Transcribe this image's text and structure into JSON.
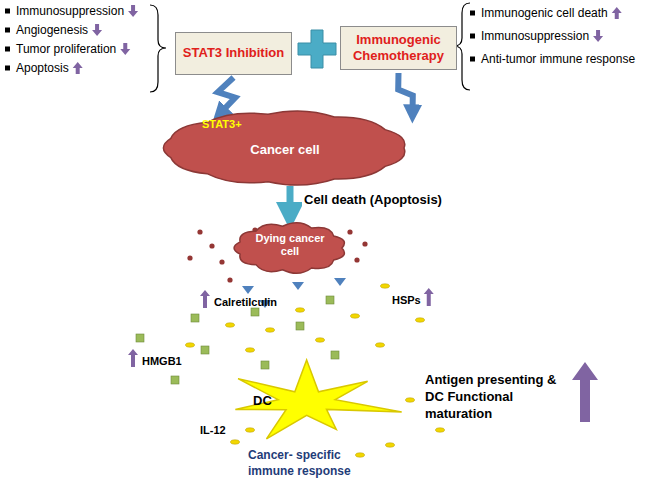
{
  "diagram": {
    "nodes": [
      {
        "text": [
          "STAT3 Inhibition"
        ]
      },
      {
        "text": [
          "Immunogenic Chemotherapy"
        ]
      },
      {
        "text": [
          "STAT3+",
          "Cancer cell"
        ]
      },
      {
        "text": [
          "Dying cancer cell"
        ]
      },
      {
        "text": [
          "DC"
        ]
      }
    ],
    "edges": [
      {
        "from": 0,
        "to": 2,
        "arrow": "to"
      },
      {
        "from": 1,
        "to": 2,
        "arrow": "to"
      },
      {
        "from": 2,
        "to": 3,
        "label": "Cell death (Apoptosis)",
        "arrow": "to"
      }
    ],
    "labels": [
      "Immunosuppression",
      "Angiogenesis",
      "Tumor proliferation",
      "Apoptosis",
      "Immunogenic cell death",
      "Immunosuppression",
      "Anti-tumor immune response",
      "Calretilculin",
      "HSPs",
      "HMGB1",
      "IL-12",
      "Antigen presenting & DC Functional maturation",
      "Cancer- specific immune response"
    ]
  }
}
